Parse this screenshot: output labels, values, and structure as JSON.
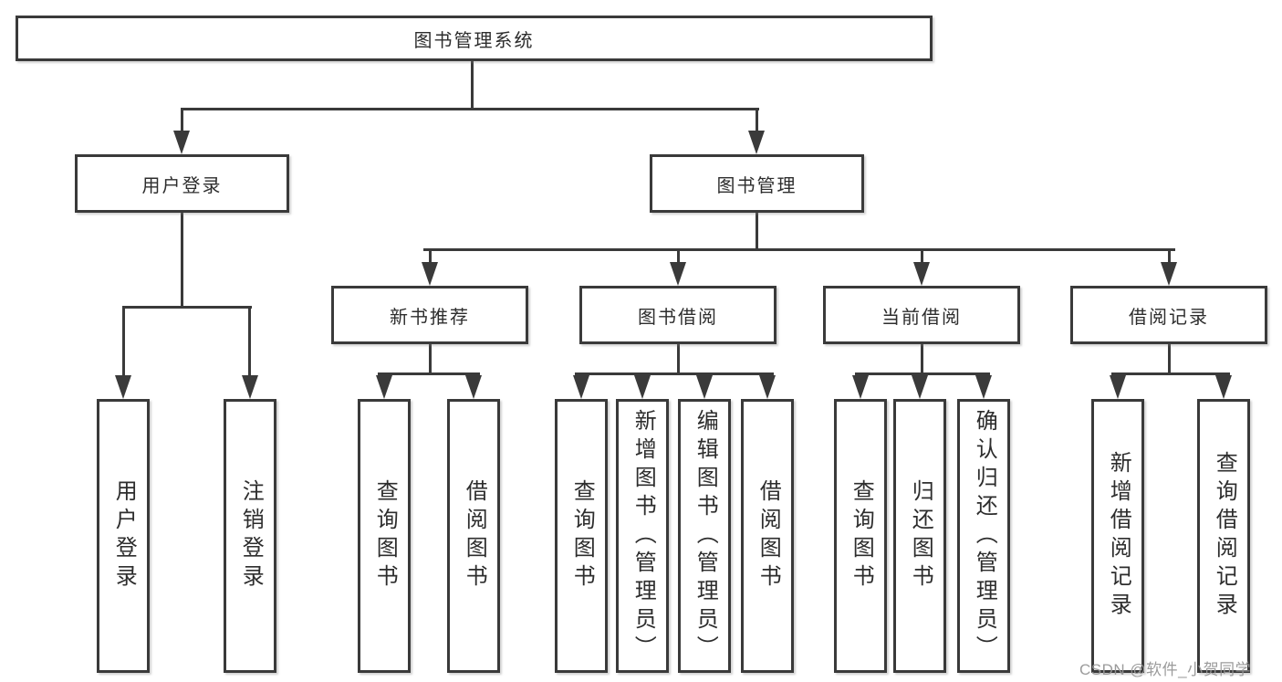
{
  "tree": {
    "label": "图书管理系统",
    "children": [
      {
        "label": "用户登录",
        "children": [
          {
            "label": "用户登录"
          },
          {
            "label": "注销登录"
          }
        ]
      },
      {
        "label": "图书管理",
        "children": [
          {
            "label": "新书推荐",
            "children": [
              {
                "label": "查询图书"
              },
              {
                "label": "借阅图书"
              }
            ]
          },
          {
            "label": "图书借阅",
            "children": [
              {
                "label": "查询图书"
              },
              {
                "label": "新增图书（管理员）"
              },
              {
                "label": "编辑图书（管理员）"
              },
              {
                "label": "借阅图书"
              }
            ]
          },
          {
            "label": "当前借阅",
            "children": [
              {
                "label": "查询图书"
              },
              {
                "label": "归还图书"
              },
              {
                "label": "确认归还（管理员）"
              }
            ]
          },
          {
            "label": "借阅记录",
            "children": [
              {
                "label": "新增借阅记录"
              },
              {
                "label": "查询借阅记录"
              }
            ]
          }
        ]
      }
    ]
  },
  "watermark": {
    "text": "CSDN @软件_小贺同学"
  },
  "colors": {
    "line": "#3a3a3a",
    "text": "#2d2d2d",
    "background": "#ffffff",
    "watermark": "#969696"
  }
}
